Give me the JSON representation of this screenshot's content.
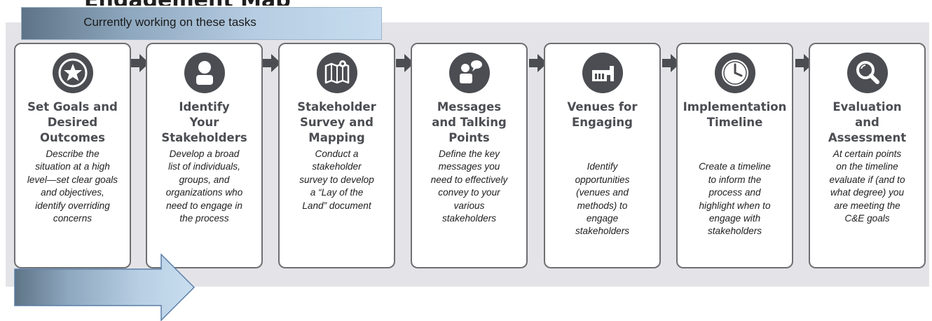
{
  "header": {
    "title": "Engagement Map"
  },
  "banner": {
    "label": "Currently working on these tasks"
  },
  "colors": {
    "icon_fill": "#4b4d52",
    "card_border": "#6f6f73",
    "band": "#e4e4e8",
    "connector": "#4b4d52",
    "banner_start": "#5e7386",
    "banner_end": "#c7dcee"
  },
  "steps": [
    {
      "icon": "star-icon",
      "title": "Set Goals and\nDesired\nOutcomes",
      "description": "Describe the\nsituation at a high\nlevel—set clear goals\nand objectives,\nidentify overriding\nconcerns"
    },
    {
      "icon": "person-icon",
      "title": "Identify\nYour\nStakeholders",
      "description": "Develop a broad\nlist of individuals,\ngroups, and\norganizations who\nneed to engage in\nthe process"
    },
    {
      "icon": "map-icon",
      "title": "Stakeholder\nSurvey and\nMapping",
      "description": "Conduct a\nstakeholder\nsurvey to develop\na “Lay of the\nLand” document"
    },
    {
      "icon": "speaker-icon",
      "title": "Messages\nand Talking\nPoints",
      "description": "Define the key\nmessages you\nneed to effectively\nconvey  to your\nvarious\nstakeholders"
    },
    {
      "icon": "venue-icon",
      "title": "Venues for\nEngaging",
      "description": "\nIdentify\nopportunities\n(venues and\nmethods) to\nengage\nstakeholders"
    },
    {
      "icon": "clock-icon",
      "title": "Implementation\nTimeline",
      "description": "\nCreate a timeline\nto inform the\nprocess and\nhighlight when to\nengage with\nstakeholders"
    },
    {
      "icon": "magnifier-icon",
      "title": "Evaluation\nand\nAssessment",
      "description": "At certain points\non the timeline\nevaluate if (and to\nwhat degree) you\nare meeting the\nC&E goals"
    }
  ]
}
